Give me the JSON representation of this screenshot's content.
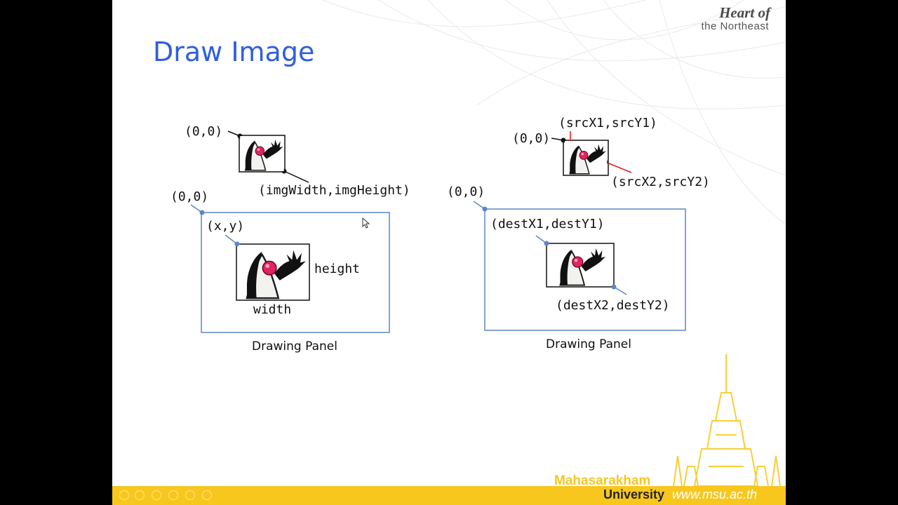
{
  "slide": {
    "title": "Draw Image",
    "brand_line1": "Heart of",
    "brand_line2": "the Northeast"
  },
  "left_diagram": {
    "img_origin": "(0,0)",
    "img_size": "(imgWidth,imgHeight)",
    "panel_origin": "(0,0)",
    "xy": "(x,y)",
    "height": "height",
    "width": "width",
    "caption": "Drawing Panel"
  },
  "right_diagram": {
    "src1": "(srcX1,srcY1)",
    "img_origin": "(0,0)",
    "src2": "(srcX2,srcY2)",
    "panel_origin": "(0,0)",
    "dest1": "(destX1,destY1)",
    "dest2": "(destX2,destY2)",
    "caption": "Drawing Panel"
  },
  "footer": {
    "university_name1": "Mahasarakham",
    "university_name2": "University",
    "website": "www.msu.ac.th"
  },
  "icons": [
    "duke-mascot-icon",
    "stupa-icon",
    "slideshow-control-icon"
  ],
  "colors": {
    "title": "#2f5ee0",
    "panel_border": "#5b87c5",
    "source_rect": "#e01515",
    "footer": "#f7c71d"
  }
}
